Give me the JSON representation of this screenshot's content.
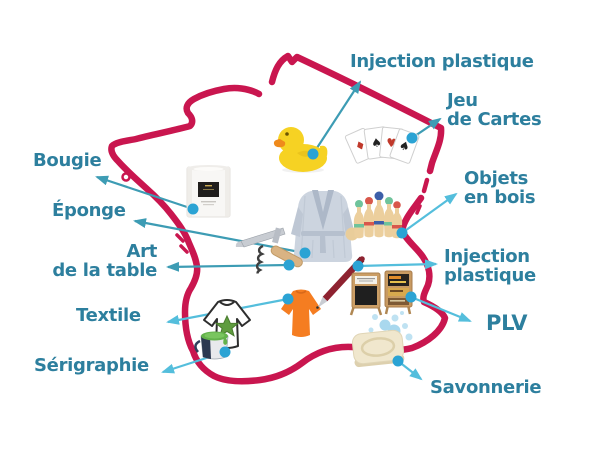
{
  "figure": {
    "map_icon": "france-outline-map",
    "description_labels_total": 11
  },
  "labels": {
    "injection_plastique_nord": "Injection plastique",
    "jeu_de_cartes": "Jeu\nde Cartes",
    "bougie": "Bougie",
    "eponge": "Éponge",
    "art_de_la_table": "Art\nde la table",
    "textile": "Textile",
    "serigraphie": "Sérigraphie",
    "objets_en_bois": "Objets\nen bois",
    "injection_plastique_est": "Injection\nplastique",
    "plv": "PLV",
    "savonnerie": "Savonnerie"
  },
  "cards": {
    "suits": [
      "♦",
      "♠",
      "♥",
      "♠"
    ]
  },
  "product_icons": [
    "rubber-duck-icon",
    "playing-cards-icon",
    "candle-jar-icon",
    "bathrobe-icon",
    "wooden-skittles-icon",
    "corkscrew-icon",
    "orange-tshirt-icon",
    "pen-icon",
    "chalkboard-icon",
    "poster-stand-icon",
    "star-tshirt-icon",
    "paint-mug-icon",
    "soap-bar-icon"
  ],
  "colors": {
    "map_outline": "#c9164f",
    "label_text": "#2d7f9e",
    "line_teal": "#3d9cb4",
    "line_light": "#54bedc",
    "dot": "#2ba3d4"
  }
}
